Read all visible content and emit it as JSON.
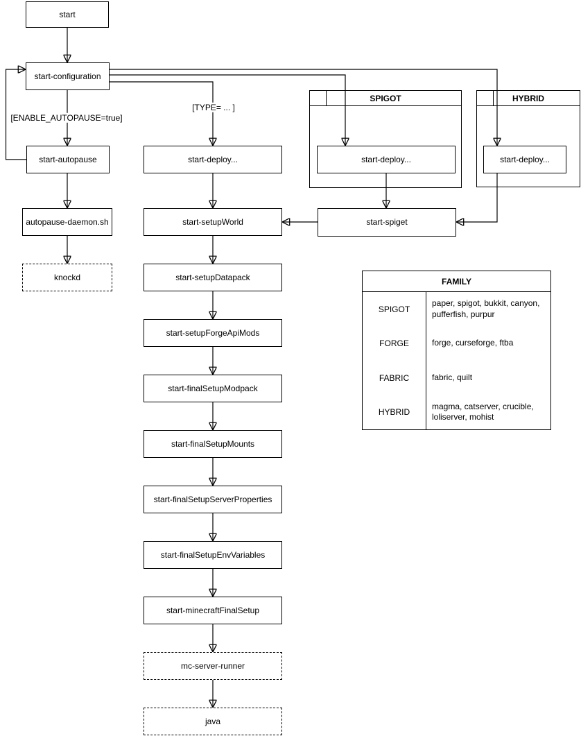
{
  "diagram": {
    "colors": {
      "stroke": "#000000",
      "background": "#ffffff"
    },
    "nodes": {
      "start": {
        "label": "start"
      },
      "start_configuration": {
        "label": "start-configuration"
      },
      "start_autopause": {
        "label": "start-autopause"
      },
      "autopause_daemon": {
        "label": "autopause-daemon.sh"
      },
      "knockd": {
        "label": "knockd"
      },
      "start_deploy": {
        "label": "start-deploy..."
      },
      "spigot_start_deploy": {
        "label": "start-deploy..."
      },
      "hybrid_start_deploy": {
        "label": "start-deploy..."
      },
      "start_spiget": {
        "label": "start-spiget"
      },
      "start_setup_world": {
        "label": "start-setupWorld"
      },
      "start_setup_datapack": {
        "label": "start-setupDatapack"
      },
      "start_setup_forge_api_mods": {
        "label": "start-setupForgeApiMods"
      },
      "start_final_setup_modpack": {
        "label": "start-finalSetupModpack"
      },
      "start_final_setup_mounts": {
        "label": "start-finalSetupMounts"
      },
      "start_final_setup_server_properties": {
        "label": "start-finalSetupServerProperties"
      },
      "start_final_setup_env_variables": {
        "label": "start-finalSetupEnvVariables"
      },
      "start_minecraft_final_setup": {
        "label": "start-minecraftFinalSetup"
      },
      "mc_server_runner": {
        "label": "mc-server-runner"
      },
      "java": {
        "label": "java"
      }
    },
    "groups": {
      "spigot": {
        "title": "SPIGOT"
      },
      "hybrid": {
        "title": "HYBRID"
      }
    },
    "edge_labels": {
      "enable_autopause": "[ENABLE_AUTOPAUSE=true]",
      "type": "[TYPE= ... ]"
    },
    "family_table": {
      "title": "FAMILY",
      "rows": [
        {
          "family": "SPIGOT",
          "members": "paper, spigot, bukkit, canyon, pufferfish, purpur"
        },
        {
          "family": "FORGE",
          "members": "forge, curseforge, ftba"
        },
        {
          "family": "FABRIC",
          "members": "fabric, quilt"
        },
        {
          "family": "HYBRID",
          "members": "magma, catserver, crucible, loliserver, mohist"
        }
      ]
    }
  }
}
